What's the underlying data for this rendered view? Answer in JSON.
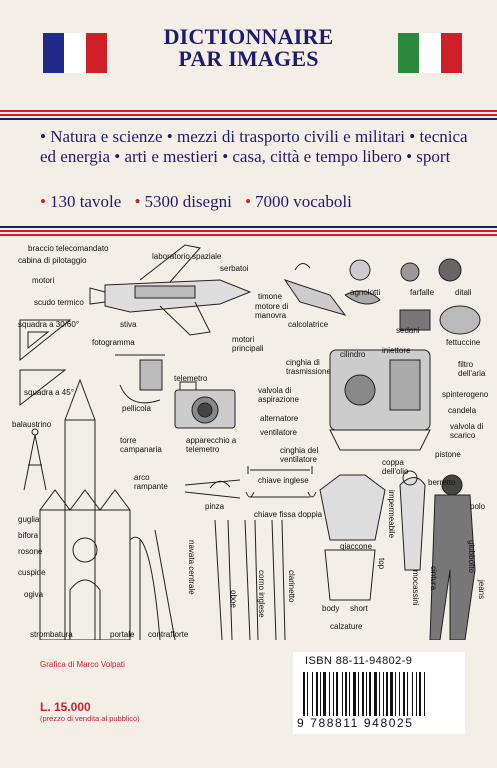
{
  "colors": {
    "navy": "#1f1c6e",
    "red": "#cf2027",
    "white": "#ffffff",
    "green": "#2b8a3e",
    "background": "#f3eee6"
  },
  "flags": {
    "left": "france-flag-icon",
    "right": "italy-flag-icon"
  },
  "title": {
    "line1": "DICTIONNAIRE",
    "line2": "PAR IMAGES"
  },
  "topics": [
    "Natura e scienze",
    "mezzi di trasporto civili e militari",
    "tecnica ed energia",
    "arti e mestieri",
    "casa, città e tempo libero",
    "sport"
  ],
  "stats": [
    "130 tavole",
    "5300 disegni",
    "7000 vocaboli"
  ],
  "labels": {
    "braccio": "braccio telecomandato",
    "cabina": "cabina di pilotaggio",
    "motori": "motori",
    "scudo": "scudo termico",
    "squadra30": "squadra a 30/60°",
    "laboratorio": "laboratorio spaziale",
    "serbatoi": "serbatoi",
    "stiva": "stiva",
    "motoreManovra": "motore di manovra",
    "motoriPrincipali": "motori principali",
    "fotogramma": "fotogramma",
    "squadra45": "squadra a 45°",
    "pellicola": "pellicola",
    "telemetro": "telemetro",
    "balaustrino": "balaustrino",
    "torre": "torre campanaria",
    "apparecchio": "apparecchio a telemetro",
    "arco": "arco rampante",
    "pinza": "pinza",
    "chiaveInglese": "chiave inglese",
    "chiaveFissa": "chiave fissa doppia",
    "guglia": "guglia",
    "bifora": "bifora",
    "rosone": "rosone",
    "cuspide": "cuspide",
    "ogiva": "ogiva",
    "strombatura": "strombatura",
    "portale": "portale",
    "contrafforte": "contrafforte",
    "navata": "navata centrale",
    "oboe": "oboe",
    "cornoInglese": "corno inglese",
    "clarinetto": "clarinetto",
    "tirnone": "timone",
    "calcolatrice": "calcolatrice",
    "agnolotti": "agnolotti",
    "farfalle": "farfalle",
    "ditali": "ditali",
    "sedani": "sedani",
    "fettuccine": "fettuccine",
    "cilindro": "cilindro",
    "iniettore": "iniettore",
    "cinghiaTrasm": "cinghia di trasmissione",
    "valvolaAsp": "valvola di aspirazione",
    "alternatore": "alternatore",
    "ventilatore": "ventilatore",
    "cinghiaVent": "cinghia del ventilatore",
    "filtro": "filtro dell'aria",
    "spinterogeno": "spinterogeno",
    "candela": "candela",
    "valvolaScarico": "valvola di scarico",
    "pistone": "pistone",
    "coppa": "coppa dell'olio",
    "berretto": "berretto",
    "polo": "polo",
    "giubbotto": "giubbotto",
    "jeans": "jeans",
    "impermeabile": "impermeabile",
    "giaccone": "giaccone",
    "top": "top",
    "mocassini": "mocassini",
    "cintura": "cintura",
    "body": "body",
    "short": "short",
    "calzature": "calzature"
  },
  "credit": "Grafica di Marco Volpati",
  "price": "L. 15.000",
  "price_note": "(prezzo di vendita al pubblico)",
  "isbn": "ISBN   88-11-94802-9",
  "ean": "9 788811 948025"
}
